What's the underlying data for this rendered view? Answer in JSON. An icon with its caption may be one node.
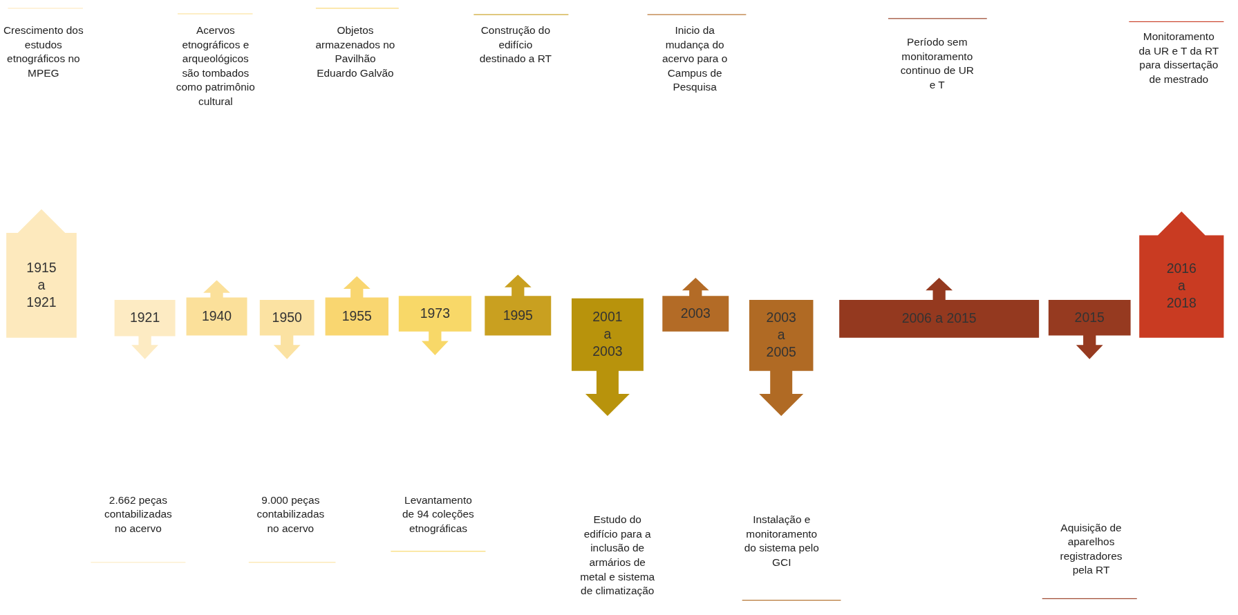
{
  "diagram": {
    "nodes": [
      {
        "text": [
          "1915 a 1921"
        ]
      },
      {
        "text": [
          "1921"
        ]
      },
      {
        "text": [
          "1940"
        ]
      },
      {
        "text": [
          "1950"
        ]
      },
      {
        "text": [
          "1955"
        ]
      },
      {
        "text": [
          "1973"
        ]
      },
      {
        "text": [
          "1995"
        ]
      },
      {
        "text": [
          "2001 a 2003"
        ]
      },
      {
        "text": [
          "2003"
        ]
      },
      {
        "text": [
          "2003 a 2005"
        ]
      },
      {
        "text": [
          "2006 a 2015"
        ]
      },
      {
        "text": [
          "2015"
        ]
      },
      {
        "text": [
          "2016 a 2018"
        ]
      }
    ],
    "labels": [
      "Crescimento dos estudos etnográficos no MPEG",
      "Acervos etnográficos e arqueológicos são tombados como patrimônio cultural",
      "Objetos armazenados no Pavilhão Eduardo Galvão",
      "Construção do edifício destinado a RT",
      "Inicio da mudança do acervo para o Campus de Pesquisa",
      "Período sem monitoramento continuo de UR e T",
      "Monitoramento da UR e T da RT para dissertação de mestrado",
      "2.662 peças contabilizadas no acervo",
      "9.000 peças contabilizadas no acervo",
      "Levantamento de 94 coleções etnográficas",
      "Estudo do edifício para a inclusão de armários de metal e sistema de climatização",
      "Instalação e monitoramento do sistema pelo GCI",
      "Aquisição de aparelhos registradores pela RT"
    ]
  }
}
